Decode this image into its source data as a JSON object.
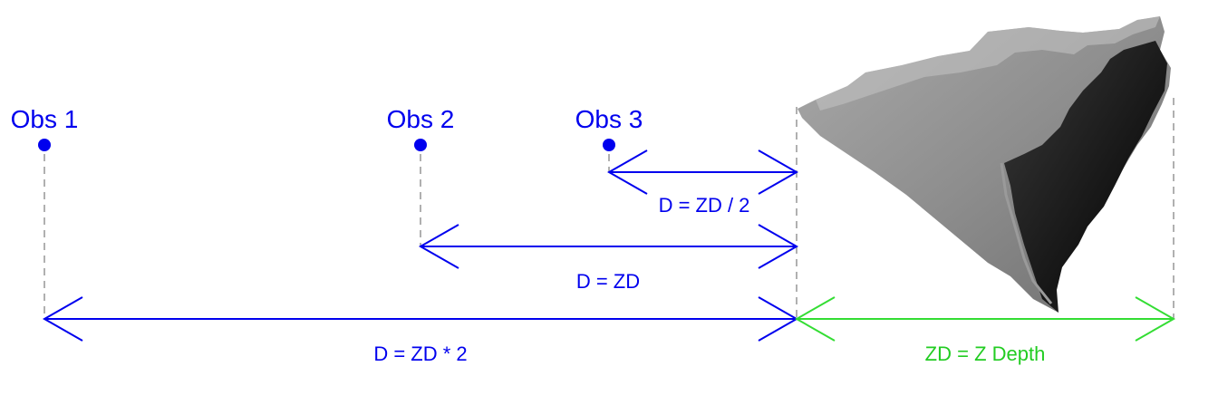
{
  "observers": [
    {
      "label": "Obs 1",
      "color": "#0000ee"
    },
    {
      "label": "Obs 2",
      "color": "#0000ee"
    },
    {
      "label": "Obs 3",
      "color": "#0000ee"
    }
  ],
  "dimensions": {
    "obs3": "D = ZD / 2",
    "obs2": "D = ZD",
    "obs1": "D = ZD * 2",
    "depth": "ZD = Z Depth"
  },
  "colors": {
    "observer": "#0000ee",
    "depth": "#33dd33",
    "guide": "#b0b0b0"
  },
  "object": {
    "icon": "grey-3d-mesh-shape"
  }
}
